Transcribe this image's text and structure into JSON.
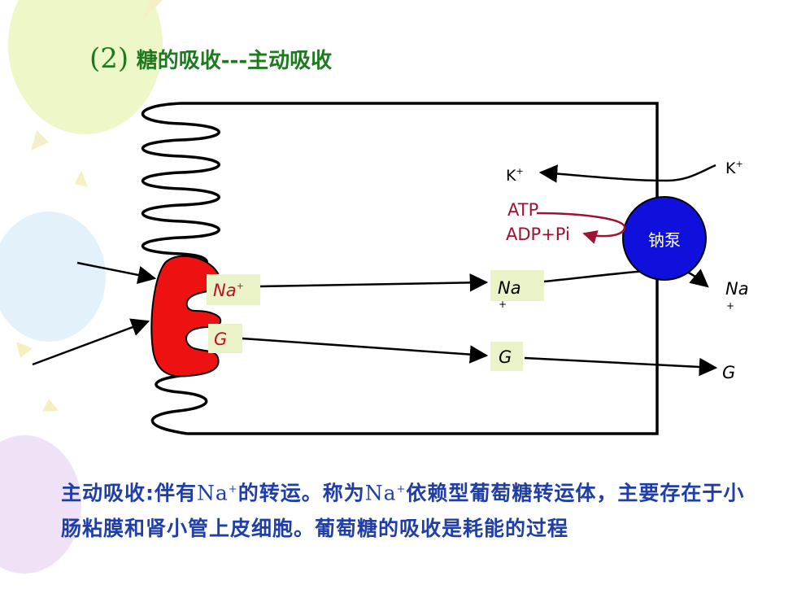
{
  "title": {
    "number": "(2)",
    "text": "糖的吸收---主动吸收"
  },
  "diagram": {
    "k_inside": "K",
    "k_outside": "K",
    "plus": "+",
    "atp": "ATP",
    "adp": "ADP+Pi",
    "pump": "钠泵",
    "na_carrier": "Na",
    "na_middle": "Na",
    "na_outside": "Na",
    "g_carrier": "G",
    "g_middle": "G",
    "g_outside": "G"
  },
  "description": {
    "part1": "主动吸收:伴有",
    "na1": "Na",
    "part2": "的转运。称为",
    "na2": "Na",
    "part3": "依赖型葡萄糖转运体，主要存在于小肠粘膜和肾小管上皮细胞。葡萄糖的吸收是耗能的过程",
    "plus": "+"
  },
  "colors": {
    "title": "#1f7a1f",
    "description": "#1f3ea8",
    "carrier": "#ee1111",
    "pump": "#1010dd",
    "atp_arrow": "#a01030",
    "label_box": "#eaf3c8"
  }
}
